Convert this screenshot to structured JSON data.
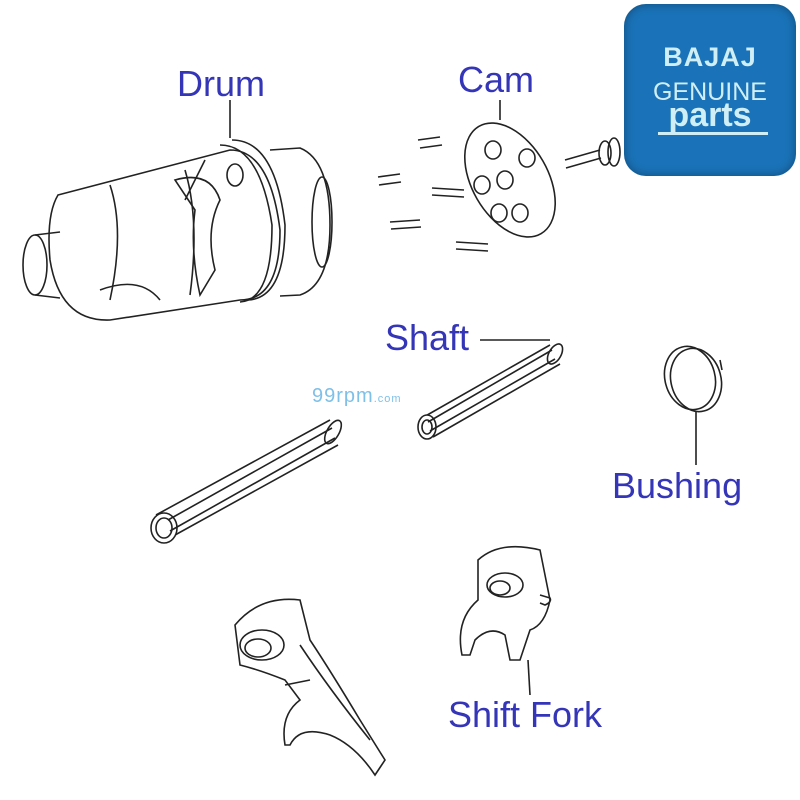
{
  "labels": {
    "drum": "Drum",
    "cam": "Cam",
    "shaft": "Shaft",
    "bushing": "Bushing",
    "shift_fork": "Shift Fork"
  },
  "logo": {
    "line1": "BAJAJ",
    "line2": "GENUINE",
    "line3": "parts",
    "background": "#1a73b8"
  },
  "watermark": {
    "main": "99rpm",
    "suffix": ".com"
  },
  "colors": {
    "label": "#3535b8",
    "line": "#222222"
  }
}
